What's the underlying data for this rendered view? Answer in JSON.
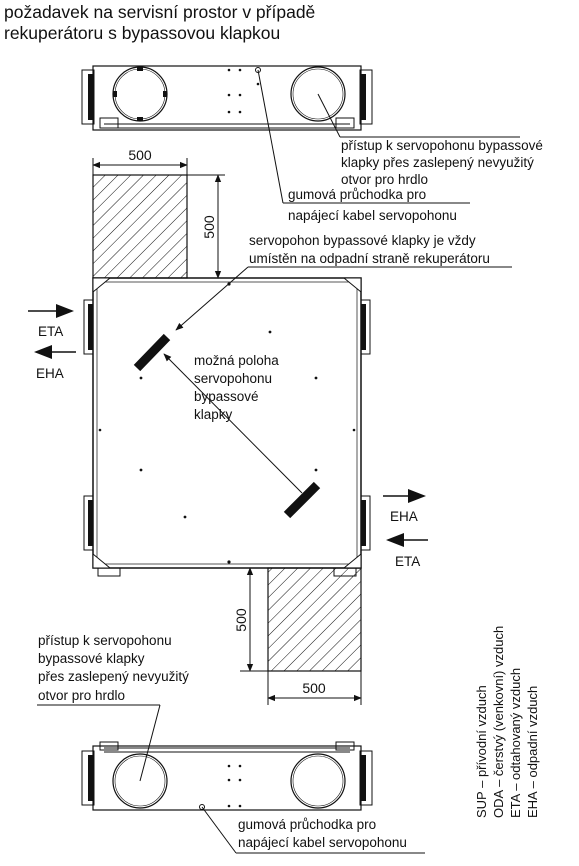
{
  "title": {
    "line1": "požadavek na servisní prostor v případě",
    "line2": "rekuperátoru s bypassovou klapkou"
  },
  "dimensions": {
    "top_width": "500",
    "top_depth": "500",
    "bottom_depth": "500",
    "bottom_width": "500"
  },
  "callouts": {
    "top_access": [
      "přístup k servopohonu bypassové",
      "klapky přes zaslepený nevyužitý",
      "otvor pro hrdlo"
    ],
    "top_grommet": [
      "gumová průchodka pro",
      "napájecí kabel servopohonu"
    ],
    "actuator_side": [
      "servopohon bypassové klapky je vždy",
      "umístěn na odpadní straně rekuperátoru"
    ],
    "possible_position": [
      "možná poloha",
      "servopohonu",
      "bypassové",
      "klapky"
    ],
    "bottom_access": [
      "přístup k servopohonu",
      "bypassové klapky",
      "přes zaslepený nevyužitý",
      "otvor pro hrdlo"
    ],
    "bottom_grommet": [
      "gumová průchodka pro",
      "napájecí kabel servopohonu"
    ]
  },
  "ports": {
    "left_in": "ETA",
    "left_out": "EHA",
    "right_out": "EHA",
    "right_in": "ETA"
  },
  "legend": [
    "SUP – přívodní vzduch",
    "ODA – čerstvý (venkovní) vzduch",
    "ETA – odtahovaný vzduch",
    "EHA – odpadní vzduch"
  ]
}
